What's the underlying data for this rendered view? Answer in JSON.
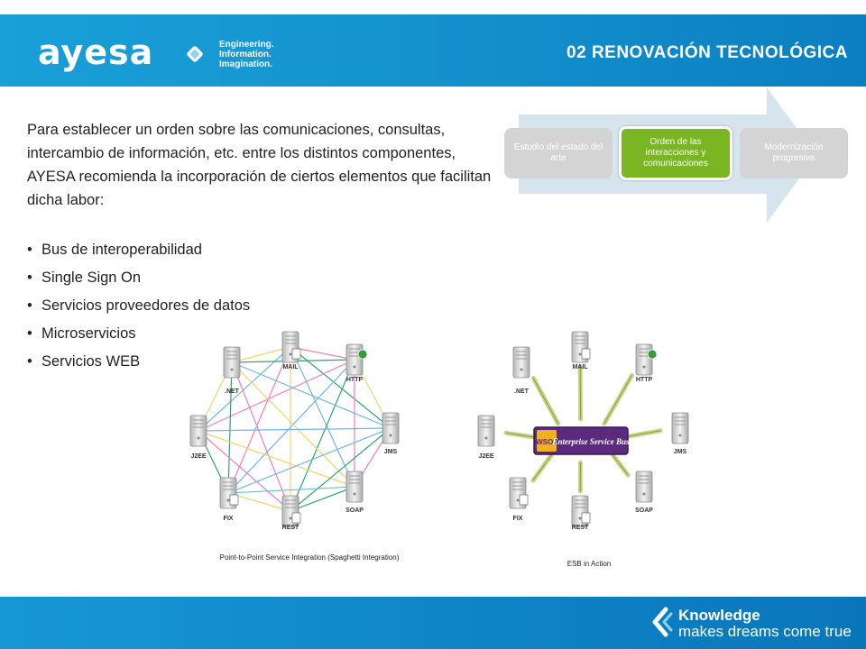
{
  "header": {
    "logo": "ayesa",
    "tagline": [
      "Engineering.",
      "Information.",
      "Imagination."
    ],
    "section_title": "02 RENOVACIÓN TECNOLÓGICA"
  },
  "main": {
    "paragraph": "Para establecer un orden sobre las comunicaciones, consultas, intercambio de información, etc. entre los distintos componentes, AYESA recomienda la incorporación de ciertos elementos que facilitan dicha labor:",
    "bullets": [
      "Bus de interoperabilidad",
      "Single Sign On",
      "Servicios proveedores de datos",
      "Microservicios",
      "Servicios WEB"
    ]
  },
  "process": {
    "steps": [
      "Estudio del estado del arte",
      "Orden de las interacciones y comunicaciones",
      "Modernización progresiva"
    ]
  },
  "diagram": {
    "left": {
      "caption": "Point-to-Point Service Integration (Spaghetti Integration)",
      "nodes": [
        "MAIL",
        "HTTP",
        ".NET",
        "J2EE",
        "JMS",
        "FIX",
        "REST",
        "SOAP"
      ]
    },
    "right": {
      "caption": "ESB in Action",
      "bus_label": "Enterprise Service Bus",
      "bus_brand": "WSO2",
      "nodes": [
        "MAIL",
        "HTTP",
        ".NET",
        "J2EE",
        "JMS",
        "FIX",
        "REST",
        "SOAP"
      ]
    }
  },
  "footer": {
    "slogan_line1": "Knowledge",
    "slogan_line2": "makes dreams come true"
  },
  "colors": {
    "header_blue": "#1595d0",
    "accent_green": "#7ab524",
    "step_gray": "#d4d4d4"
  }
}
